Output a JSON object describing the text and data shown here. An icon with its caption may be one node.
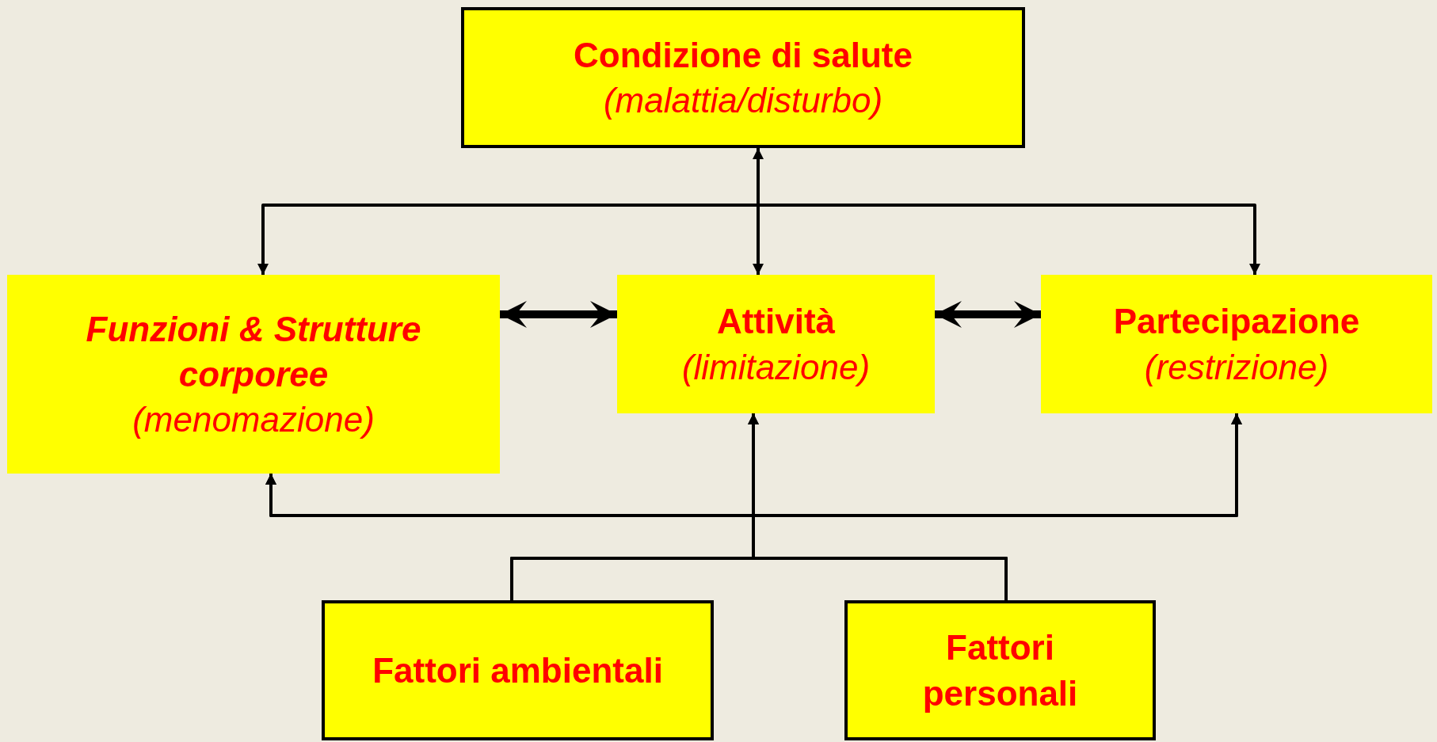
{
  "diagram": {
    "nodes": [
      {
        "text": [
          "Condizione di salute",
          "(malattia/disturbo)"
        ]
      },
      {
        "text": [
          "Funzioni & Strutture corporee",
          "(menomazione)"
        ]
      },
      {
        "text": [
          "Attività",
          "(limitazione)"
        ]
      },
      {
        "text": [
          "Partecipazione",
          "(restrizione)"
        ]
      },
      {
        "text": [
          "Fattori ambientali"
        ]
      },
      {
        "text": [
          "Fattori personali"
        ]
      }
    ],
    "edges": [
      {
        "from": 0,
        "to": 1,
        "arrow": "to"
      },
      {
        "from": 0,
        "to": 2,
        "arrow": "both"
      },
      {
        "from": 0,
        "to": 3,
        "arrow": "to"
      },
      {
        "from": 1,
        "to": 2,
        "arrow": "both",
        "style": "thick"
      },
      {
        "from": 2,
        "to": 3,
        "arrow": "both",
        "style": "thick"
      },
      {
        "from": 4,
        "to": 1,
        "arrow": "to"
      },
      {
        "from": 4,
        "to": 2,
        "arrow": "to"
      },
      {
        "from": 4,
        "to": 3,
        "arrow": "to"
      },
      {
        "from": 5,
        "to": 1,
        "arrow": "to"
      },
      {
        "from": 5,
        "to": 2,
        "arrow": "to"
      },
      {
        "from": 5,
        "to": 3,
        "arrow": "to"
      }
    ]
  }
}
